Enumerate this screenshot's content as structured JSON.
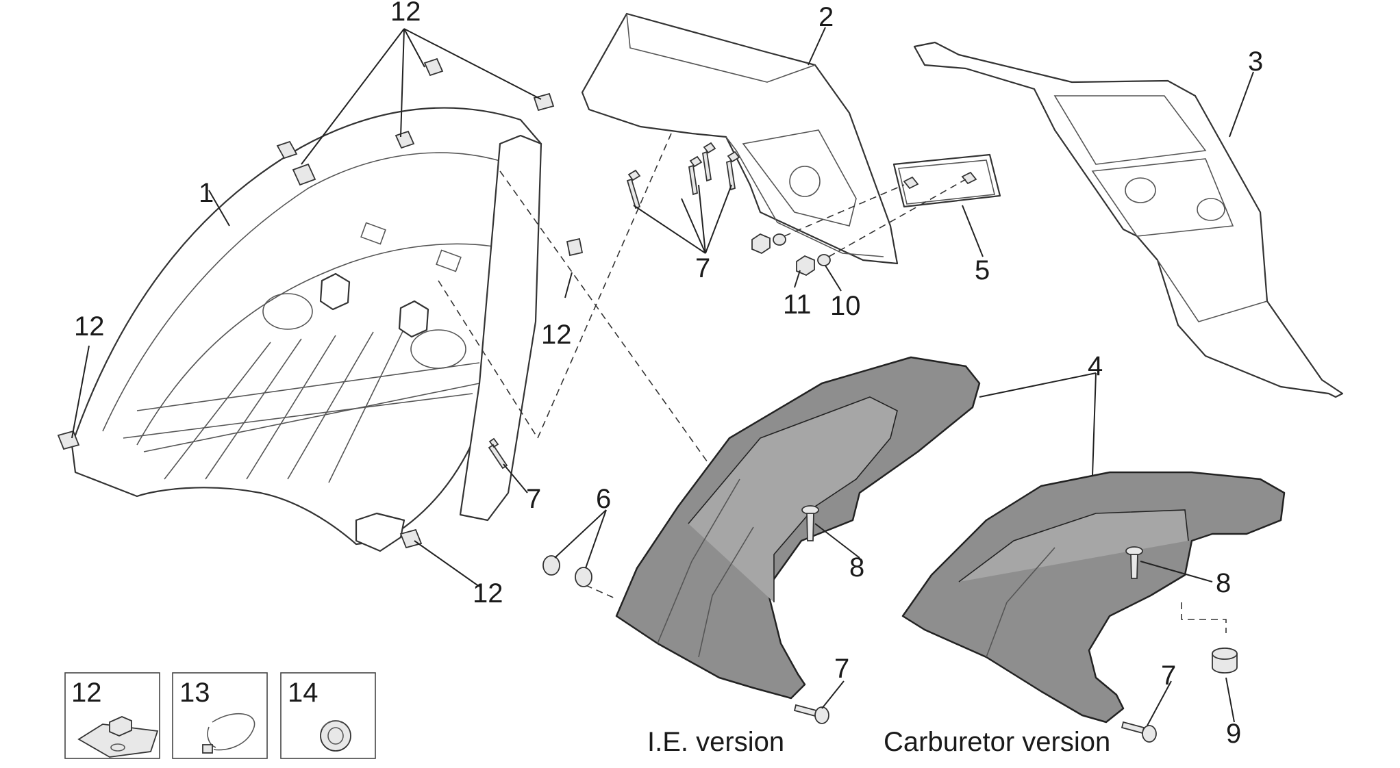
{
  "callouts": {
    "c1": "1",
    "c2": "2",
    "c3": "3",
    "c4": "4",
    "c5": "5",
    "c6": "6",
    "c7a": "7",
    "c7b": "7",
    "c7c": "7",
    "c7d": "7",
    "c8a": "8",
    "c8b": "8",
    "c9": "9",
    "c10": "10",
    "c11": "11",
    "c12a": "12",
    "c12b": "12",
    "c12c": "12",
    "c12d": "12"
  },
  "legend": {
    "box1_label": "12",
    "box2_label": "13",
    "box3_label": "14"
  },
  "captions": {
    "ie_version": "I.E. version",
    "carburetor_version": "Carburetor version"
  },
  "icons": [
    "clip-nut-icon",
    "hose-clamp-icon",
    "grommet-icon"
  ]
}
